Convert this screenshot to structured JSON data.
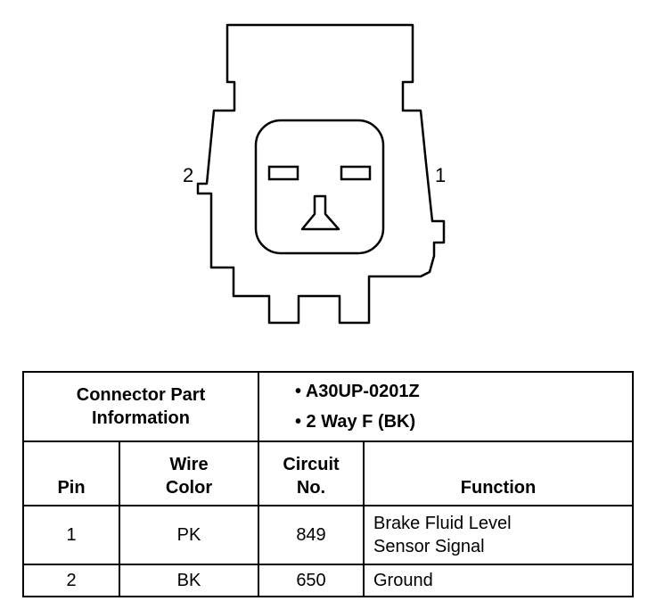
{
  "pin_labels": {
    "left": "2",
    "right": "1"
  },
  "connector_info": {
    "label_line1": "Connector Part",
    "label_line2": "Information",
    "bullets": [
      "• A30UP-0201Z",
      "• 2 Way F (BK)"
    ]
  },
  "table": {
    "headers": {
      "pin": "Pin",
      "wire_color_1": "Wire",
      "wire_color_2": "Color",
      "circuit_1": "Circuit",
      "circuit_2": "No.",
      "function": "Function"
    },
    "rows": [
      {
        "pin": "1",
        "wire_color": "PK",
        "circuit": "849",
        "function_1": "Brake Fluid Level",
        "function_2": "Sensor Signal"
      },
      {
        "pin": "2",
        "wire_color": "BK",
        "circuit": "650",
        "function_1": "Ground",
        "function_2": ""
      }
    ]
  }
}
